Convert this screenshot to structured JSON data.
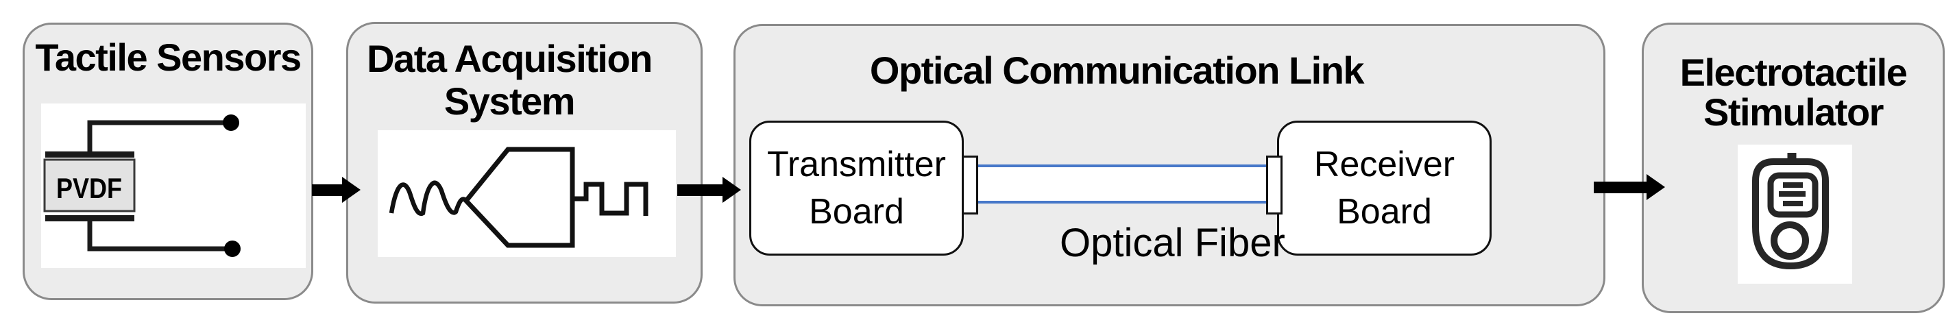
{
  "figure": {
    "type": "block-diagram",
    "blocks": {
      "tactile": {
        "title": "Tactile Sensors",
        "pvdf_label": "PVDF",
        "icon": "pvdf-piezoelectric-sensor-schematic-icon"
      },
      "daq": {
        "title": "Data Acquisition System",
        "icon": "analog-to-digital-waveform-icon"
      },
      "optical": {
        "title": "Optical Communication Link",
        "transmitter_label": "Transmitter Board",
        "receiver_label": "Receiver Board",
        "fiber_label": "Optical Fiber"
      },
      "stimulator": {
        "title": "Electrotactile Stimulator",
        "icon": "handheld-stimulator-device-icon"
      }
    },
    "flow": [
      "Tactile Sensors -> Data Acquisition System",
      "Data Acquisition System -> Optical Communication Link",
      "Optical Communication Link -> Electrotactile Stimulator"
    ],
    "colors": {
      "box_fill": "#ececec",
      "box_border": "#8a8a8a",
      "board_border": "#111111",
      "fiber_blue": "#4778c9",
      "ink": "#000000"
    }
  }
}
